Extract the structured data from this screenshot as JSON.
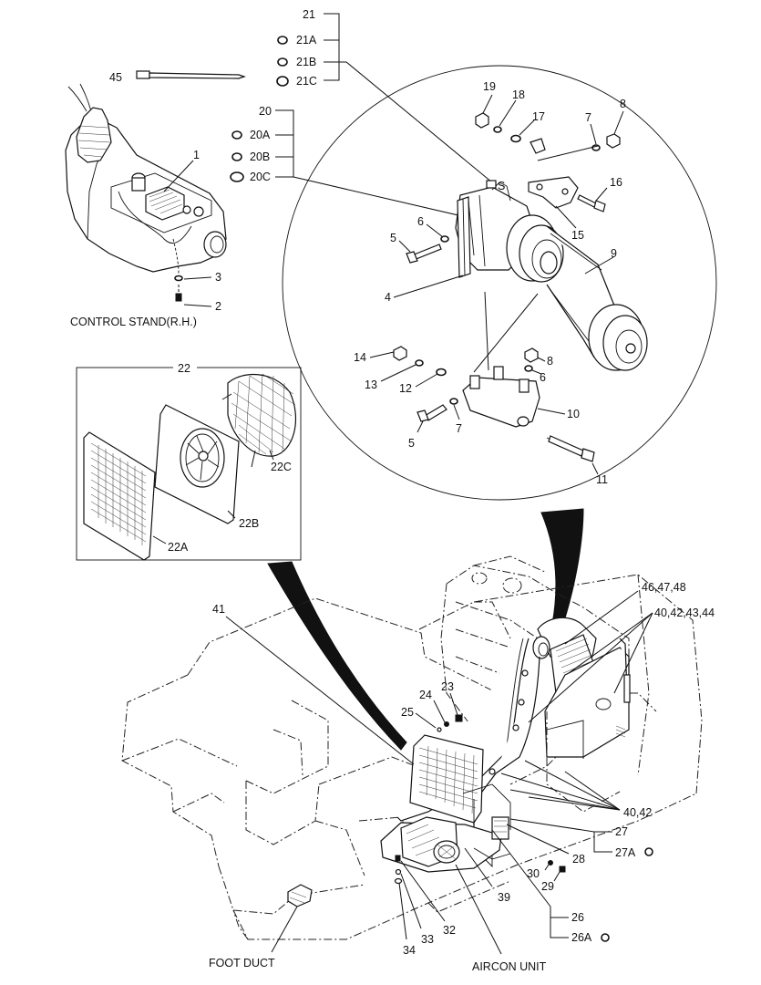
{
  "callouts": {
    "c21": "21",
    "c21A": "21A",
    "c21B": "21B",
    "c21C": "21C",
    "c45": "45",
    "c20": "20",
    "c20A": "20A",
    "c20B": "20B",
    "c20C": "20C",
    "c1": "1",
    "c2": "2",
    "c3": "3",
    "c19": "19",
    "c18": "18",
    "c17": "17",
    "c7a": "7",
    "c8a": "8",
    "c16": "16",
    "c15": "15",
    "c6a": "6",
    "c5a": "5",
    "c4": "4",
    "c9": "9",
    "cS": "S",
    "c14": "14",
    "c13": "13",
    "c12": "12",
    "c8b": "8",
    "c6b": "6",
    "c10": "10",
    "c5b": "5",
    "c7b": "7",
    "c11": "11",
    "c22": "22",
    "c22A": "22A",
    "c22B": "22B",
    "c22C": "22C",
    "c41": "41",
    "c46": "46,47,48",
    "c40a": "40,42,43,44",
    "c23": "23",
    "c24": "24",
    "c25": "25",
    "c40b": "40,42",
    "c27": "27",
    "c27A": "27A",
    "c28": "28",
    "c30": "30",
    "c29": "29",
    "c39": "39",
    "c26": "26",
    "c26A": "26A",
    "c32": "32",
    "c33": "33",
    "c34": "34"
  },
  "captions": {
    "control_stand": "CONTROL STAND(R.H.)",
    "foot_duct": "FOOT DUCT",
    "aircon_unit": "AIRCON UNIT"
  }
}
